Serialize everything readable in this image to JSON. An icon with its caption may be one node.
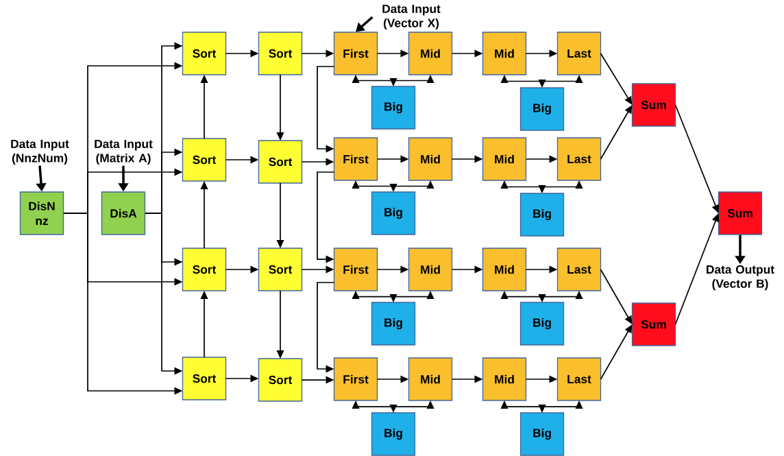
{
  "diagram": {
    "nodes": [
      {
        "text": [
          "Data Input (NnzNum)"
        ]
      },
      {
        "text": [
          "DisN nz"
        ]
      },
      {
        "text": [
          "Data Input (Matrix A)"
        ]
      },
      {
        "text": [
          "DisA"
        ]
      },
      {
        "text": [
          "Data Input (Vector X)"
        ]
      },
      {
        "text": [
          "Sort"
        ]
      },
      {
        "text": [
          "Sort"
        ]
      },
      {
        "text": [
          "First"
        ]
      },
      {
        "text": [
          "Mid"
        ]
      },
      {
        "text": [
          "Mid"
        ]
      },
      {
        "text": [
          "Last"
        ]
      },
      {
        "text": [
          "Big"
        ]
      },
      {
        "text": [
          "Big"
        ]
      },
      {
        "text": [
          "Sort"
        ]
      },
      {
        "text": [
          "Sort"
        ]
      },
      {
        "text": [
          "First"
        ]
      },
      {
        "text": [
          "Mid"
        ]
      },
      {
        "text": [
          "Mid"
        ]
      },
      {
        "text": [
          "Last"
        ]
      },
      {
        "text": [
          "Big"
        ]
      },
      {
        "text": [
          "Big"
        ]
      },
      {
        "text": [
          "Sort"
        ]
      },
      {
        "text": [
          "Sort"
        ]
      },
      {
        "text": [
          "First"
        ]
      },
      {
        "text": [
          "Mid"
        ]
      },
      {
        "text": [
          "Mid"
        ]
      },
      {
        "text": [
          "Last"
        ]
      },
      {
        "text": [
          "Big"
        ]
      },
      {
        "text": [
          "Big"
        ]
      },
      {
        "text": [
          "Sort"
        ]
      },
      {
        "text": [
          "Sort"
        ]
      },
      {
        "text": [
          "First"
        ]
      },
      {
        "text": [
          "Mid"
        ]
      },
      {
        "text": [
          "Mid"
        ]
      },
      {
        "text": [
          "Last"
        ]
      },
      {
        "text": [
          "Big"
        ]
      },
      {
        "text": [
          "Big"
        ]
      },
      {
        "text": [
          "Sum"
        ]
      },
      {
        "text": [
          "Sum"
        ]
      },
      {
        "text": [
          "Sum"
        ]
      },
      {
        "text": [
          "Data Output (Vector B)"
        ]
      }
    ],
    "edges": [
      {
        "from": 0,
        "to": 1,
        "arrow": "to",
        "style": "thick"
      },
      {
        "from": 2,
        "to": 3,
        "arrow": "to",
        "style": "thick"
      },
      {
        "from": 4,
        "to": 7,
        "arrow": "to",
        "style": "thick"
      },
      {
        "from": 1,
        "to": 5,
        "arrow": "to"
      },
      {
        "from": 1,
        "to": 13,
        "arrow": "to"
      },
      {
        "from": 1,
        "to": 21,
        "arrow": "to"
      },
      {
        "from": 1,
        "to": 29,
        "arrow": "to"
      },
      {
        "from": 3,
        "to": 5,
        "arrow": "to"
      },
      {
        "from": 3,
        "to": 13,
        "arrow": "to"
      },
      {
        "from": 3,
        "to": 21,
        "arrow": "to"
      },
      {
        "from": 3,
        "to": 29,
        "arrow": "to"
      },
      {
        "from": 13,
        "to": 5,
        "arrow": "to"
      },
      {
        "from": 21,
        "to": 13,
        "arrow": "to"
      },
      {
        "from": 29,
        "to": 21,
        "arrow": "to"
      },
      {
        "from": 6,
        "to": 14,
        "arrow": "to"
      },
      {
        "from": 14,
        "to": 22,
        "arrow": "to"
      },
      {
        "from": 22,
        "to": 30,
        "arrow": "to"
      },
      {
        "from": 5,
        "to": 6,
        "arrow": "to"
      },
      {
        "from": 6,
        "to": 7,
        "arrow": "to"
      },
      {
        "from": 7,
        "to": 8,
        "arrow": "to"
      },
      {
        "from": 8,
        "to": 9,
        "arrow": "to"
      },
      {
        "from": 9,
        "to": 10,
        "arrow": "to"
      },
      {
        "from": 7,
        "to": 11,
        "arrow": "both"
      },
      {
        "from": 8,
        "to": 11,
        "arrow": "both"
      },
      {
        "from": 9,
        "to": 12,
        "arrow": "both"
      },
      {
        "from": 10,
        "to": 12,
        "arrow": "both"
      },
      {
        "from": 13,
        "to": 14,
        "arrow": "to"
      },
      {
        "from": 14,
        "to": 15,
        "arrow": "to"
      },
      {
        "from": 15,
        "to": 16,
        "arrow": "to"
      },
      {
        "from": 16,
        "to": 17,
        "arrow": "to"
      },
      {
        "from": 17,
        "to": 18,
        "arrow": "to"
      },
      {
        "from": 15,
        "to": 19,
        "arrow": "both"
      },
      {
        "from": 16,
        "to": 19,
        "arrow": "both"
      },
      {
        "from": 17,
        "to": 20,
        "arrow": "both"
      },
      {
        "from": 18,
        "to": 20,
        "arrow": "both"
      },
      {
        "from": 21,
        "to": 22,
        "arrow": "to"
      },
      {
        "from": 22,
        "to": 23,
        "arrow": "to"
      },
      {
        "from": 23,
        "to": 24,
        "arrow": "to"
      },
      {
        "from": 24,
        "to": 25,
        "arrow": "to"
      },
      {
        "from": 25,
        "to": 26,
        "arrow": "to"
      },
      {
        "from": 23,
        "to": 27,
        "arrow": "both"
      },
      {
        "from": 24,
        "to": 27,
        "arrow": "both"
      },
      {
        "from": 25,
        "to": 28,
        "arrow": "both"
      },
      {
        "from": 26,
        "to": 28,
        "arrow": "both"
      },
      {
        "from": 29,
        "to": 30,
        "arrow": "to"
      },
      {
        "from": 30,
        "to": 31,
        "arrow": "to"
      },
      {
        "from": 31,
        "to": 32,
        "arrow": "to"
      },
      {
        "from": 32,
        "to": 33,
        "arrow": "to"
      },
      {
        "from": 33,
        "to": 34,
        "arrow": "to"
      },
      {
        "from": 31,
        "to": 35,
        "arrow": "both"
      },
      {
        "from": 32,
        "to": 35,
        "arrow": "both"
      },
      {
        "from": 33,
        "to": 36,
        "arrow": "both"
      },
      {
        "from": 34,
        "to": 36,
        "arrow": "both"
      },
      {
        "from": 7,
        "to": 15,
        "arrow": "to"
      },
      {
        "from": 15,
        "to": 23,
        "arrow": "to"
      },
      {
        "from": 23,
        "to": 31,
        "arrow": "to"
      },
      {
        "from": 10,
        "to": 37,
        "arrow": "to"
      },
      {
        "from": 18,
        "to": 37,
        "arrow": "to"
      },
      {
        "from": 26,
        "to": 38,
        "arrow": "to"
      },
      {
        "from": 34,
        "to": 38,
        "arrow": "to"
      },
      {
        "from": 37,
        "to": 39,
        "arrow": "to"
      },
      {
        "from": 38,
        "to": 39,
        "arrow": "to"
      },
      {
        "from": 39,
        "to": 40,
        "arrow": "to",
        "style": "thick"
      }
    ]
  }
}
